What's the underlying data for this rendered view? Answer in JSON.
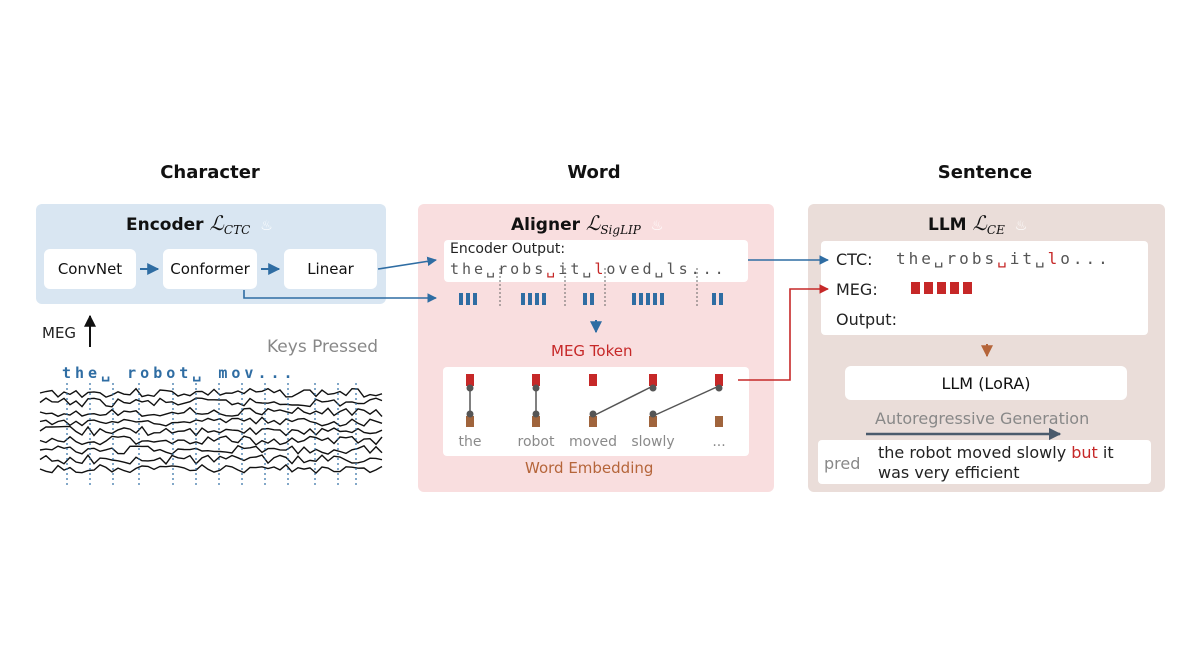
{
  "titles": {
    "character": "Character",
    "word": "Word",
    "sentence": "Sentence"
  },
  "encoder": {
    "title": "Encoder",
    "loss_main": "ℒ",
    "loss_sub": "CTC",
    "blocks": [
      "ConvNet",
      "Conformer",
      "Linear"
    ]
  },
  "meg_label": "MEG",
  "keys_pressed_label": "Keys Pressed",
  "keys_sequence": "the␣ robot␣ mov...",
  "aligner": {
    "title": "Aligner",
    "loss_main": "ℒ",
    "loss_sub": "SigLIP",
    "encoder_output_label": "Encoder Output:",
    "encoder_output_seq": [
      {
        "t": "the",
        "r": false
      },
      {
        "t": "␣",
        "r": false
      },
      {
        "t": "robs",
        "r": false
      },
      {
        "t": "␣",
        "r": true
      },
      {
        "t": "i",
        "r": false
      },
      {
        "t": "t",
        "r": false
      },
      {
        "t": "␣",
        "r": false
      },
      {
        "t": "l",
        "r": true
      },
      {
        "t": "oved",
        "r": false
      },
      {
        "t": "␣",
        "r": false
      },
      {
        "t": "ls...",
        "r": false
      }
    ],
    "meg_token_label": "MEG Token",
    "words": [
      "the",
      "robot",
      "moved",
      "slowly",
      "..."
    ],
    "word_embedding_label": "Word Embedding"
  },
  "llm": {
    "title": "LLM",
    "loss_main": "ℒ",
    "loss_sub": "CE",
    "ctc_label": "CTC:",
    "ctc_seq": [
      {
        "t": "the",
        "r": false
      },
      {
        "t": "␣",
        "r": false
      },
      {
        "t": "robs",
        "r": false
      },
      {
        "t": "␣",
        "r": true
      },
      {
        "t": "i",
        "r": false
      },
      {
        "t": "t",
        "r": false
      },
      {
        "t": "␣",
        "r": false
      },
      {
        "t": "l",
        "r": true
      },
      {
        "t": "o...",
        "r": false
      }
    ],
    "meg_label": "MEG:",
    "output_label": "Output:",
    "llm_box": "LLM (LoRA)",
    "autoregressive_label": "Autoregressive Generation",
    "pred_label": "pred",
    "pred_line1_a": "the robot moved slowly ",
    "pred_line1_red": "but",
    "pred_line1_b": " it",
    "pred_line2": "was very efficient"
  },
  "colors": {
    "blue_accent": "#2f6da3",
    "red_accent": "#c62828",
    "brown_accent": "#b5653a",
    "panel_blue": "#d9e6f2",
    "panel_pink": "#f9dedf",
    "panel_tan": "#eaddd9"
  }
}
